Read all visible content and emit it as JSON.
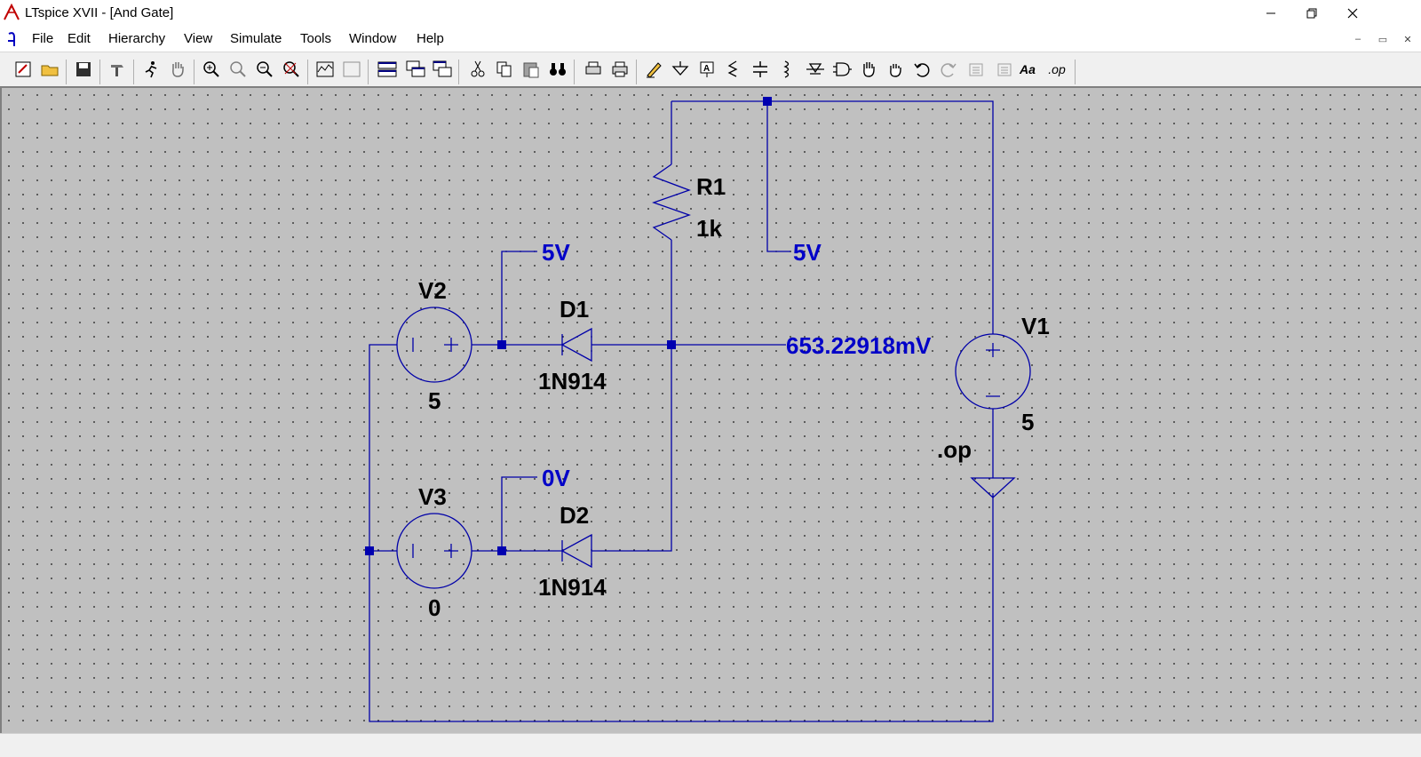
{
  "window": {
    "title": "LTspice XVII - [And Gate]"
  },
  "menu": {
    "items": [
      {
        "label": "File"
      },
      {
        "label": "Edit"
      },
      {
        "label": "Hierarchy"
      },
      {
        "label": "View"
      },
      {
        "label": "Simulate"
      },
      {
        "label": "Tools"
      },
      {
        "label": "Window"
      },
      {
        "label": "Help"
      }
    ]
  },
  "toolbar": {
    "op_label": ".op"
  },
  "schematic": {
    "r1": {
      "name": "R1",
      "value": "1k"
    },
    "v1": {
      "name": "V1",
      "value": "5"
    },
    "v2": {
      "name": "V2",
      "value": "5"
    },
    "v3": {
      "name": "V3",
      "value": "0"
    },
    "d1": {
      "name": "D1",
      "model": "1N914"
    },
    "d2": {
      "name": "D2",
      "model": "1N914"
    },
    "node_v2": "5V",
    "node_v1": "5V",
    "node_v3": "0V",
    "node_out": "653.22918mV",
    "directive": ".op"
  },
  "colors": {
    "wire": "#0000a8",
    "label": "#0000c8",
    "canvas": "#c0c0c0"
  }
}
